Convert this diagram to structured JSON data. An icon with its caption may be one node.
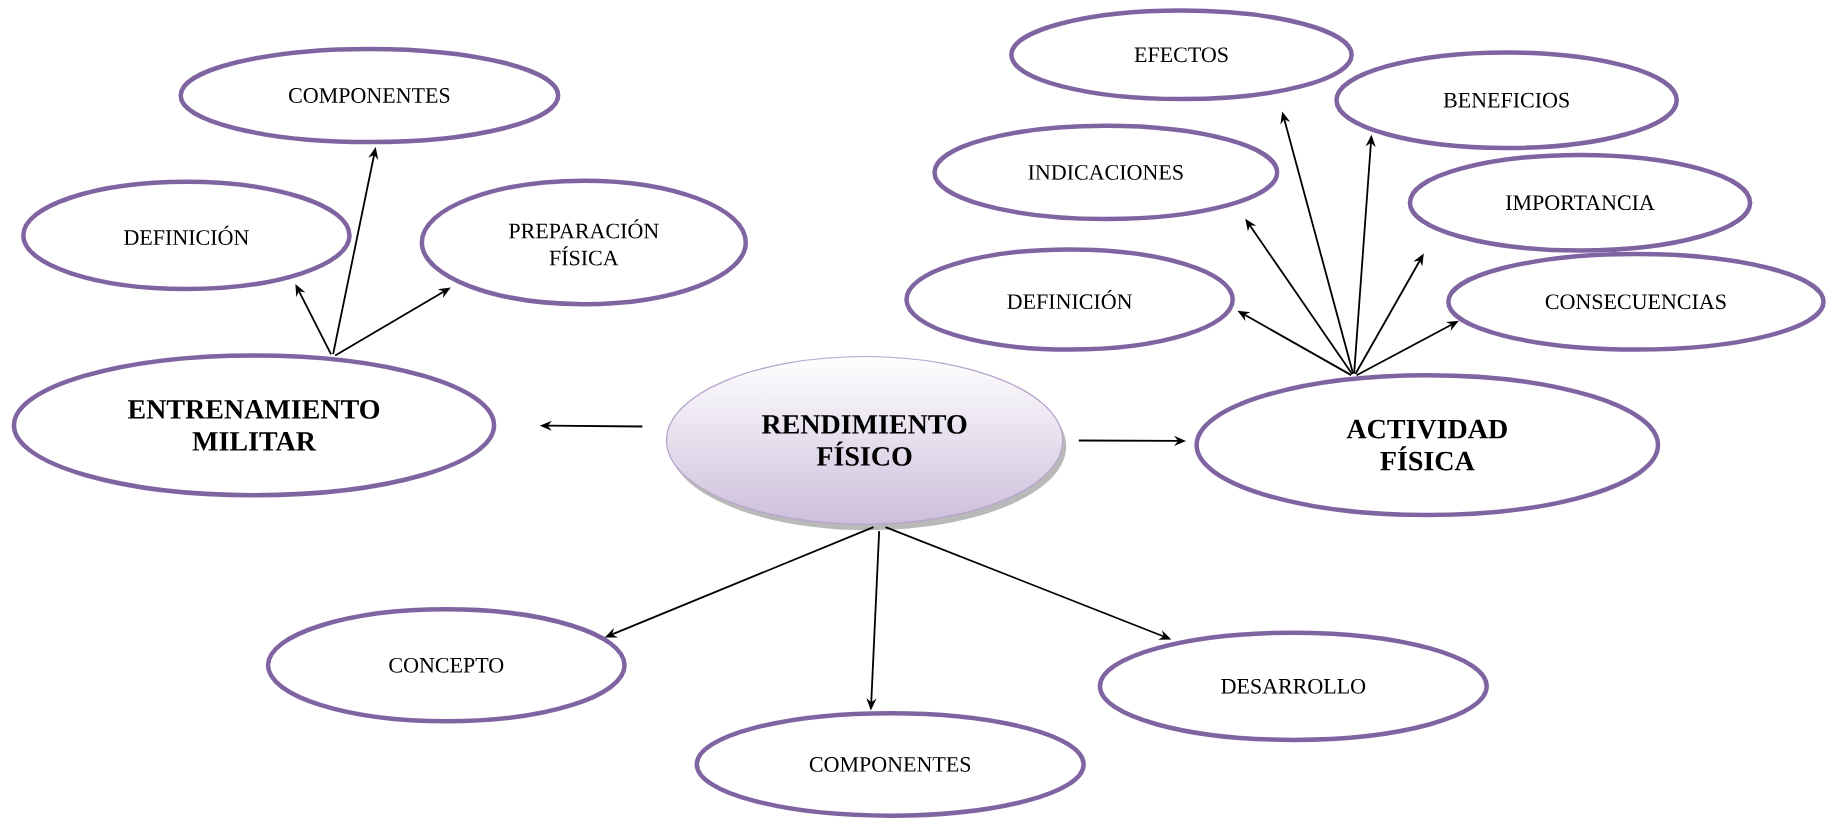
{
  "diagram": {
    "nodes": [
      {
        "text": [
          "ENTRENAMIENTO MILITAR"
        ]
      },
      {
        "text": [
          "COMPONENTES"
        ]
      },
      {
        "text": [
          "DEFINICIÓN"
        ]
      },
      {
        "text": [
          "PREPARACIÓN FÍSICA"
        ]
      },
      {
        "text": [
          "RENDIMIENTO FÍSICO"
        ]
      },
      {
        "text": [
          "EFECTOS"
        ]
      },
      {
        "text": [
          "BENEFICIOS"
        ]
      },
      {
        "text": [
          "INDICACIONES"
        ]
      },
      {
        "text": [
          "IMPORTANCIA"
        ]
      },
      {
        "text": [
          "DEFINICIÓN"
        ]
      },
      {
        "text": [
          "CONSECUENCIAS"
        ]
      },
      {
        "text": [
          "ACTIVIDAD FÍSICA"
        ]
      },
      {
        "text": [
          "CONCEPTO"
        ]
      },
      {
        "text": [
          "COMPONENTES"
        ]
      },
      {
        "text": [
          "DESARROLLO"
        ]
      }
    ],
    "edges": [
      {
        "from": 4,
        "to": 0,
        "arrow": "to"
      },
      {
        "from": 4,
        "to": 11,
        "arrow": "to"
      },
      {
        "from": 0,
        "to": 2,
        "arrow": "to"
      },
      {
        "from": 0,
        "to": 1,
        "arrow": "to"
      },
      {
        "from": 0,
        "to": 3,
        "arrow": "to"
      },
      {
        "from": 11,
        "to": 9,
        "arrow": "to"
      },
      {
        "from": 11,
        "to": 7,
        "arrow": "to"
      },
      {
        "from": 11,
        "to": 5,
        "arrow": "to"
      },
      {
        "from": 11,
        "to": 6,
        "arrow": "to"
      },
      {
        "from": 11,
        "to": 8,
        "arrow": "to"
      },
      {
        "from": 11,
        "to": 10,
        "arrow": "to"
      },
      {
        "from": 4,
        "to": 12,
        "arrow": "to"
      },
      {
        "from": 4,
        "to": 13,
        "arrow": "to"
      },
      {
        "from": 4,
        "to": 14,
        "arrow": "to"
      }
    ]
  }
}
